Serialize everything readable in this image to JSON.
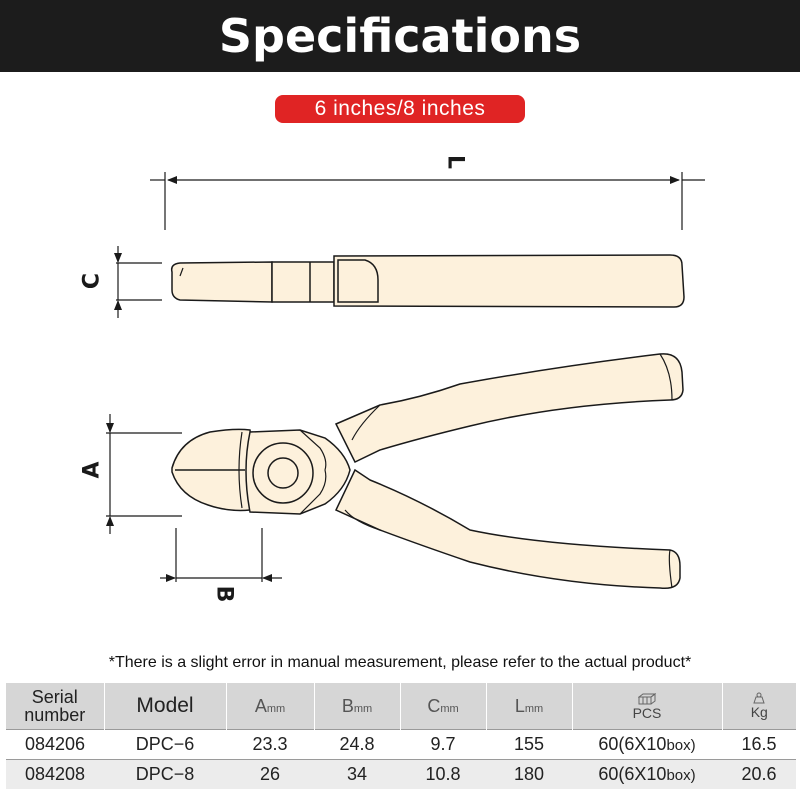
{
  "header": {
    "title": "Specifications"
  },
  "size_badge": {
    "text": "6 inches/8 inches",
    "color": "#e02424"
  },
  "diagram": {
    "dimension_labels": {
      "L": "L",
      "C": "C",
      "A": "A",
      "B": "B"
    },
    "fill_color": "#fdf1dc",
    "stroke_color": "#1a1a1a"
  },
  "note": "*There is a slight error in manual measurement, please refer to the actual product*",
  "table": {
    "headers": {
      "serial_line1": "Serial",
      "serial_line2": "number",
      "model": "Model",
      "a": "A",
      "b": "B",
      "c": "C",
      "l": "L",
      "unit": "mm",
      "pcs": "PCS",
      "kg": "Kg"
    },
    "icons": {
      "pcs": "boxes-icon",
      "kg": "weight-icon"
    },
    "rows": [
      {
        "serial": "084206",
        "model": "DPC−6",
        "a": "23.3",
        "b": "24.8",
        "c": "9.7",
        "l": "155",
        "pcs_main": "60(6X10",
        "pcs_unit": "box)",
        "kg": "16.5"
      },
      {
        "serial": "084208",
        "model": "DPC−8",
        "a": "26",
        "b": "34",
        "c": "10.8",
        "l": "180",
        "pcs_main": "60(6X10",
        "pcs_unit": "box)",
        "kg": "20.6"
      }
    ]
  }
}
